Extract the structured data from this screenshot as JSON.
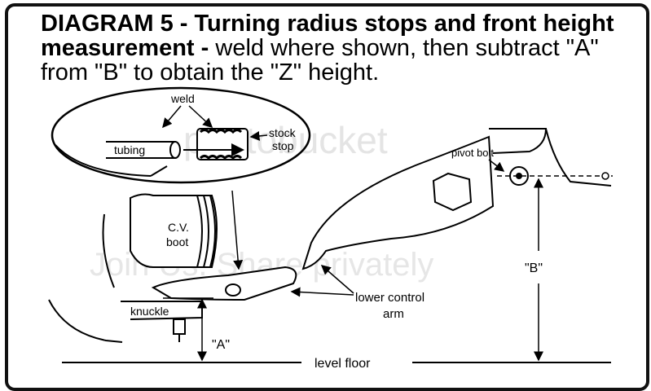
{
  "title": {
    "bold_line": "DIAGRAM  5 - Turning radius stops and front height measurement -",
    "normal_line": " weld where shown, then subtract \"A\" from \"B\" to obtain the \"Z\" height."
  },
  "labels": {
    "weld": "weld",
    "tubing": "tubing",
    "stock": "stock",
    "stop": "stop",
    "pivot_bolt": "pivot bolt",
    "cv": "C.V.",
    "boot": "boot",
    "knuckle": "knuckle",
    "lower_control": "lower control",
    "arm": "arm",
    "measure_a": "\"A\"",
    "measure_b": "\"B\"",
    "level_floor": "level floor"
  },
  "watermark": {
    "brand": "photobucket",
    "slogan": "Join Us. Share privately"
  },
  "colors": {
    "ink": "#000000",
    "watermark": "#e4e4e4"
  }
}
